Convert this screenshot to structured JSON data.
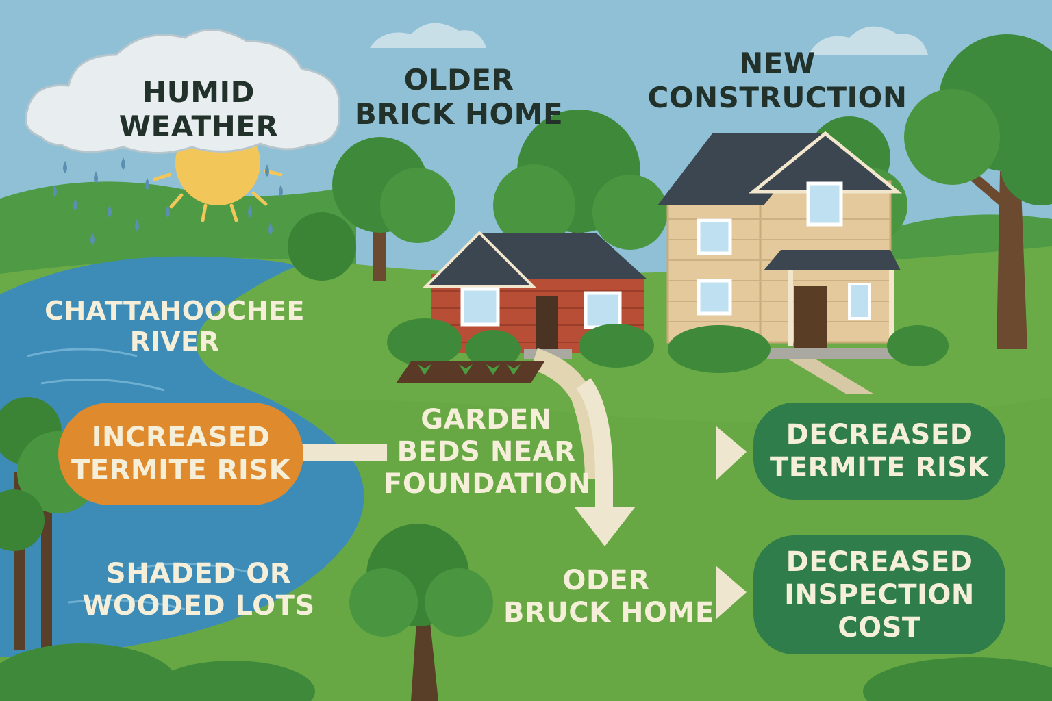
{
  "labels": {
    "humid_weather": [
      "HUMID",
      "WEATHER"
    ],
    "older_brick_home": [
      "OLDER",
      "BRICK HOME"
    ],
    "new_construction": [
      "NEW",
      "CONSTRUCTION"
    ],
    "chattahoochee_river": [
      "CHATTAHOOCHEE",
      "RIVER"
    ],
    "garden_beds": [
      "GARDEN",
      "BEDS NEAR",
      "FOUNDATION"
    ],
    "shaded_lots": [
      "SHADED OR",
      "WOODED LOTS"
    ],
    "oder_bruck_home": [
      "ODER",
      "BRUCK HOME"
    ]
  },
  "pills": {
    "increased_termite_risk": [
      "INCREASED",
      "TERMITE RISK"
    ],
    "decreased_termite_risk": [
      "DECREASED",
      "TERMITE RISK"
    ],
    "decreased_inspection_cost": [
      "DECREASED",
      "INSPECTION",
      "COST"
    ]
  },
  "colors": {
    "sky": "#8fc0d6",
    "grass": "#6aab47",
    "river": "#3d8cb8",
    "risk_orange": "#e08a2e",
    "safe_green": "#2f7d4a",
    "label_dark": "#22312a",
    "label_light": "#f5efd9"
  }
}
